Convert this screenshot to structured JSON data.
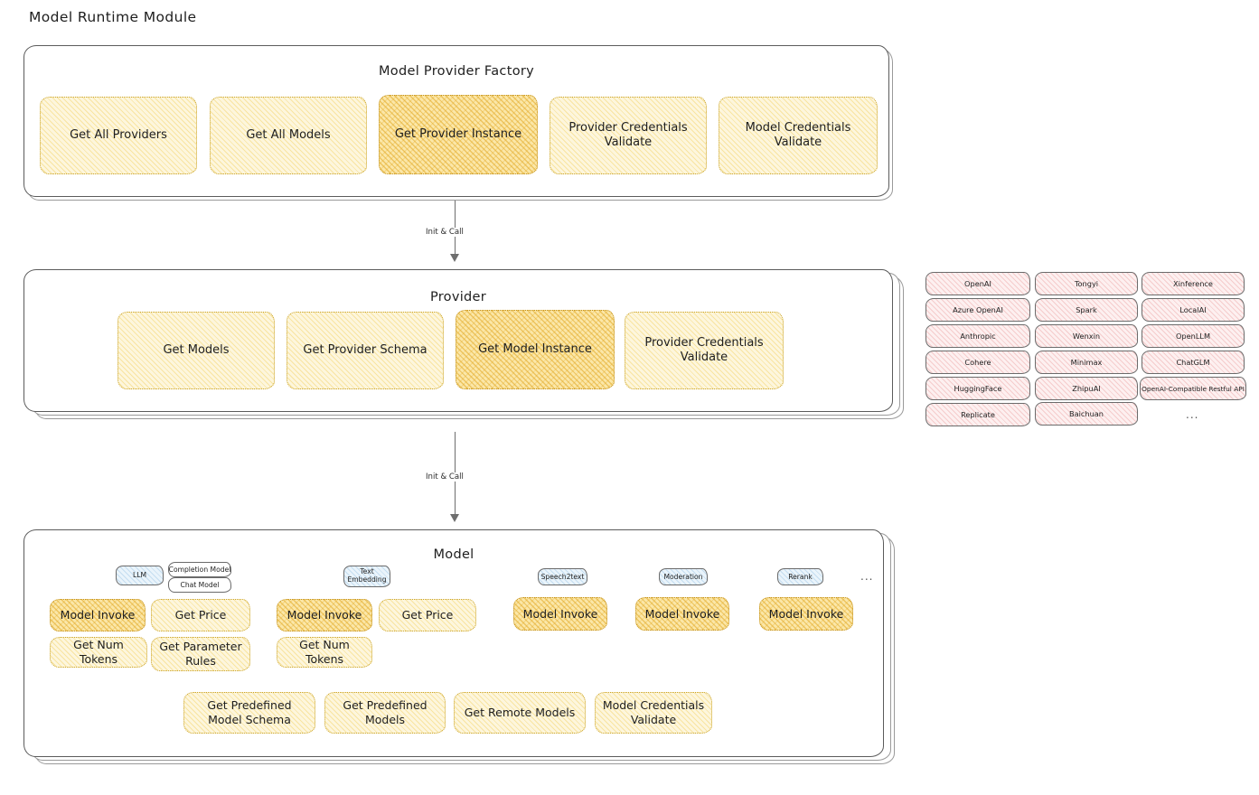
{
  "diagram": {
    "title": "Model Runtime Module",
    "style": "hand-drawn architecture diagram",
    "colors": {
      "highlight_fill": "#fbe7a8",
      "normal_fill": "#fdf6dd",
      "provider_chip_fill": "#fdf0f0",
      "model_tag_fill": "#eaf4fb",
      "stroke": "#1e1e1e"
    }
  },
  "factory": {
    "title": "Model Provider Factory",
    "items": [
      {
        "label": "Get All Providers",
        "highlighted": false
      },
      {
        "label": "Get All Models",
        "highlighted": false
      },
      {
        "label": "Get Provider Instance",
        "highlighted": true
      },
      {
        "label": "Provider Credentials Validate",
        "highlighted": false
      },
      {
        "label": "Model Credentials Validate",
        "highlighted": false
      }
    ]
  },
  "arrows": [
    {
      "label": "Init & Call",
      "from": "Model Provider Factory",
      "to": "Provider"
    },
    {
      "label": "Init & Call",
      "from": "Provider",
      "to": "Model"
    }
  ],
  "provider": {
    "title": "Provider",
    "items": [
      {
        "label": "Get Models",
        "highlighted": false
      },
      {
        "label": "Get Provider Schema",
        "highlighted": false
      },
      {
        "label": "Get Model Instance",
        "highlighted": true
      },
      {
        "label": "Provider Credentials Validate",
        "highlighted": false
      }
    ]
  },
  "provider_list": {
    "columns": [
      [
        "OpenAI",
        "Azure OpenAI",
        "Anthropic",
        "Cohere",
        "HuggingFace",
        "Replicate"
      ],
      [
        "Tongyi",
        "Spark",
        "Wenxin",
        "Minimax",
        "ZhipuAI",
        "Baichuan"
      ],
      [
        "Xinference",
        "LocalAI",
        "OpenLLM",
        "ChatGLM",
        "OpenAI-Compatible Restful API"
      ]
    ],
    "more": "..."
  },
  "model": {
    "title": "Model",
    "more": "...",
    "types": [
      {
        "tag": "LLM",
        "subtags": [
          "Completion Model",
          "Chat Model"
        ],
        "ops": [
          "Model Invoke",
          "Get Price",
          "Get Num Tokens",
          "Get Parameter Rules"
        ],
        "highlighted_op": "Model Invoke"
      },
      {
        "tag": "Text Embedding",
        "subtags": [],
        "ops": [
          "Model Invoke",
          "Get Price",
          "Get Num Tokens"
        ],
        "highlighted_op": "Model Invoke"
      },
      {
        "tag": "Speech2text",
        "subtags": [],
        "ops": [
          "Model Invoke"
        ],
        "highlighted_op": "Model Invoke"
      },
      {
        "tag": "Moderation",
        "subtags": [],
        "ops": [
          "Model Invoke"
        ],
        "highlighted_op": "Model Invoke"
      },
      {
        "tag": "Rerank",
        "subtags": [],
        "ops": [
          "Model Invoke"
        ],
        "highlighted_op": "Model Invoke"
      }
    ],
    "common_ops": [
      "Get Predefined Model Schema",
      "Get Predefined Models",
      "Get Remote Models",
      "Model Credentials Validate"
    ]
  }
}
